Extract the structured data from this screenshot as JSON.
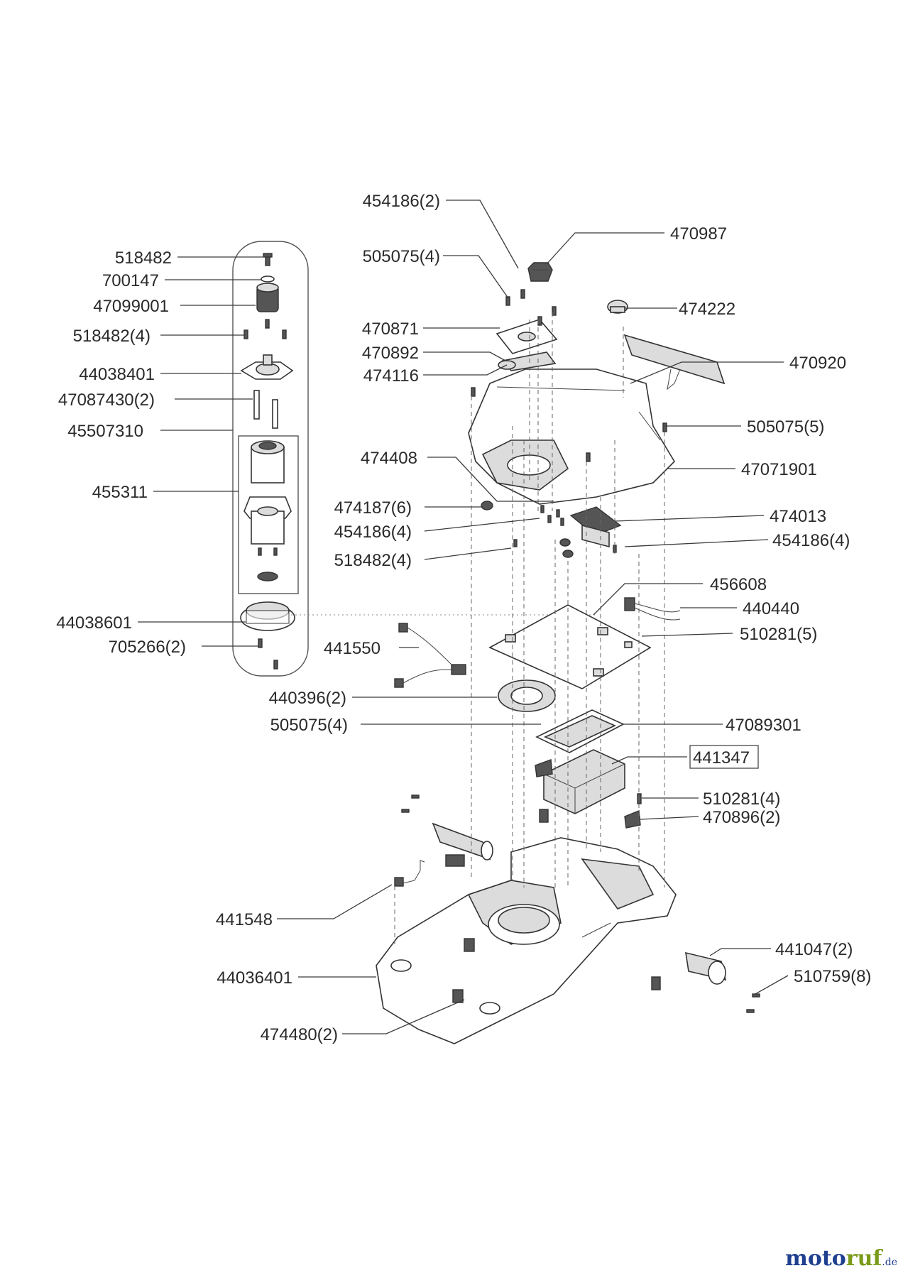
{
  "diagram": {
    "labels": {
      "l_454186_2_top": "454186(2)",
      "l_470987": "470987",
      "l_518482_a": "518482",
      "l_505075_4_top": "505075(4)",
      "l_700147": "700147",
      "l_474222": "474222",
      "l_47099001": "47099001",
      "l_518482_4_a": "518482(4)",
      "l_470871": "470871",
      "l_470892": "470892",
      "l_470920": "470920",
      "l_44038401": "44038401",
      "l_474116": "474116",
      "l_47087430_2": "47087430(2)",
      "l_45507310": "45507310",
      "l_505075_5": "505075(5)",
      "l_474408": "474408",
      "l_47071901": "47071901",
      "l_455311": "455311",
      "l_474187_6": "474187(6)",
      "l_474013": "474013",
      "l_454186_4_a": "454186(4)",
      "l_454186_4_b": "454186(4)",
      "l_518482_4_b": "518482(4)",
      "l_456608": "456608",
      "l_44038601": "44038601",
      "l_440440": "440440",
      "l_705266_2": "705266(2)",
      "l_441550": "441550",
      "l_510281_5": "510281(5)",
      "l_440396_2": "440396(2)",
      "l_505075_4_b": "505075(4)",
      "l_47089301": "47089301",
      "l_441347": "441347",
      "l_510281_4": "510281(4)",
      "l_470896_2": "470896(2)",
      "l_441548": "441548",
      "l_441047_2": "441047(2)",
      "l_44036401": "44036401",
      "l_510759_8": "510759(8)",
      "l_474480_2": "474480(2)"
    },
    "watermark": {
      "main_a": "moto",
      "main_b": "ruf",
      "suffix": ".de"
    },
    "colors": {
      "line": "#333333",
      "text": "#2a2a2a",
      "brand_blue": "#1f3f8f",
      "brand_green": "#7a9a1a"
    }
  }
}
